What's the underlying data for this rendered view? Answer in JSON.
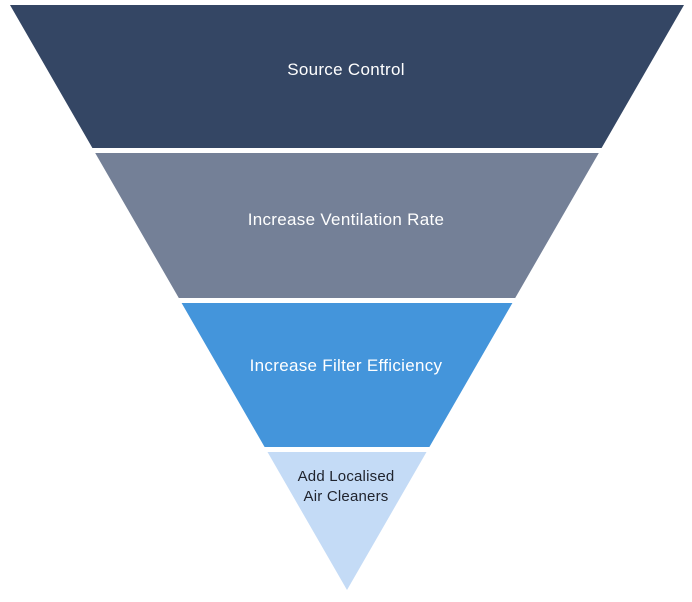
{
  "diagram": {
    "background": "#ffffff",
    "separator_color": "#ffffff",
    "levels": [
      {
        "label": "Source Control",
        "color": "#344664",
        "text_color": "#ffffff"
      },
      {
        "label": "Increase Ventilation Rate",
        "color": "#748097",
        "text_color": "#ffffff"
      },
      {
        "label": "Increase Filter Efficiency",
        "color": "#4495db",
        "text_color": "#ffffff"
      },
      {
        "label": "Add Localised Air Cleaners",
        "lines": [
          "Add Localised",
          "Air Cleaners"
        ],
        "color": "#c4dbf6",
        "text_color": "#20242e"
      }
    ]
  }
}
